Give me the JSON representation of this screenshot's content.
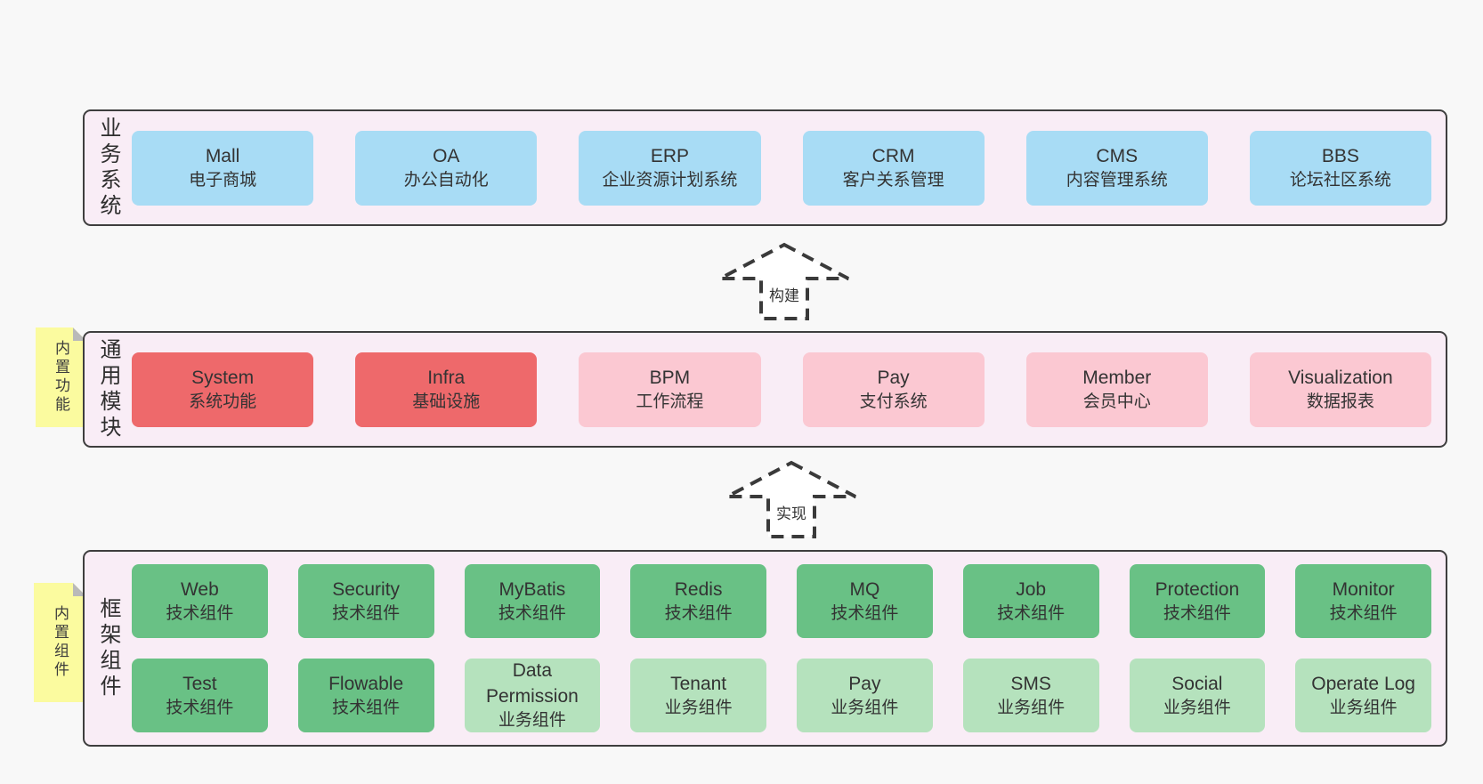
{
  "colors": {
    "page_bg": "#f8f8f8",
    "band_bg": "#f9edf6",
    "band_border": "#3e3e3e",
    "blue": "#a8dcf5",
    "red": "#ee696b",
    "pink": "#fbc8d2",
    "green_dark": "#69c185",
    "green_light": "#b5e2bd",
    "sticky_yellow": "#fbfb9f",
    "text": "#333333"
  },
  "arrows": [
    {
      "label": "构建"
    },
    {
      "label": "实现"
    }
  ],
  "bands": [
    {
      "label": "业务系统",
      "boxes": [
        {
          "name": "Mall",
          "desc": "电子商城",
          "variant": "blue"
        },
        {
          "name": "OA",
          "desc": "办公自动化",
          "variant": "blue"
        },
        {
          "name": "ERP",
          "desc": "企业资源计划系统",
          "variant": "blue"
        },
        {
          "name": "CRM",
          "desc": "客户关系管理",
          "variant": "blue"
        },
        {
          "name": "CMS",
          "desc": "内容管理系统",
          "variant": "blue"
        },
        {
          "name": "BBS",
          "desc": "论坛社区系统",
          "variant": "blue"
        }
      ]
    },
    {
      "label": "通用模块",
      "sticky": "内置功能",
      "boxes": [
        {
          "name": "System",
          "desc": "系统功能",
          "variant": "red"
        },
        {
          "name": "Infra",
          "desc": "基础设施",
          "variant": "red"
        },
        {
          "name": "BPM",
          "desc": "工作流程",
          "variant": "pink"
        },
        {
          "name": "Pay",
          "desc": "支付系统",
          "variant": "pink"
        },
        {
          "name": "Member",
          "desc": "会员中心",
          "variant": "pink"
        },
        {
          "name": "Visualization",
          "desc": "数据报表",
          "variant": "pink"
        }
      ]
    },
    {
      "label": "框架组件",
      "sticky": "内置组件",
      "boxes": [
        {
          "name": "Web",
          "desc": "技术组件",
          "variant": "green"
        },
        {
          "name": "Security",
          "desc": "技术组件",
          "variant": "green"
        },
        {
          "name": "MyBatis",
          "desc": "技术组件",
          "variant": "green"
        },
        {
          "name": "Redis",
          "desc": "技术组件",
          "variant": "green"
        },
        {
          "name": "MQ",
          "desc": "技术组件",
          "variant": "green"
        },
        {
          "name": "Job",
          "desc": "技术组件",
          "variant": "green"
        },
        {
          "name": "Protection",
          "desc": "技术组件",
          "variant": "green"
        },
        {
          "name": "Monitor",
          "desc": "技术组件",
          "variant": "green"
        },
        {
          "name": "Test",
          "desc": "技术组件",
          "variant": "green"
        },
        {
          "name": "Flowable",
          "desc": "技术组件",
          "variant": "green"
        },
        {
          "name": "Data Permission",
          "desc": "业务组件",
          "variant": "green-light"
        },
        {
          "name": "Tenant",
          "desc": "业务组件",
          "variant": "green-light"
        },
        {
          "name": "Pay",
          "desc": "业务组件",
          "variant": "green-light"
        },
        {
          "name": "SMS",
          "desc": "业务组件",
          "variant": "green-light"
        },
        {
          "name": "Social",
          "desc": "业务组件",
          "variant": "green-light"
        },
        {
          "name": "Operate Log",
          "desc": "业务组件",
          "variant": "green-light"
        }
      ]
    }
  ]
}
